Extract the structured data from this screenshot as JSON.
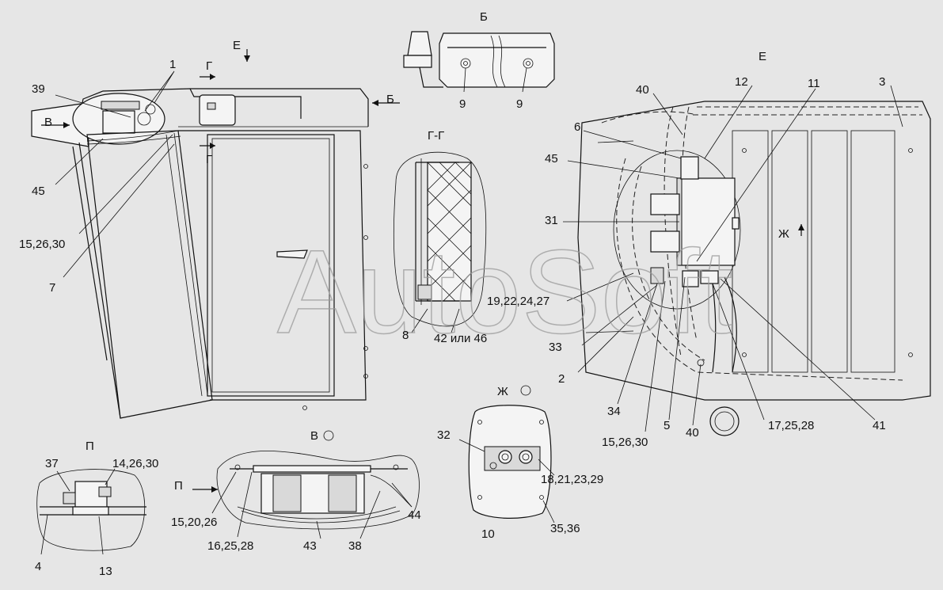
{
  "watermark": "AutoSoft",
  "labels": {
    "b_title": "Б",
    "e_left": "Е",
    "g_top": "Г",
    "g_bottom": "Г",
    "b_arrow": "Б",
    "v_arrow": "В",
    "e_right_title": "Е",
    "gg_title": "Г-Г",
    "zh_arrow": "Ж",
    "zh_title": "Ж",
    "v_title": "В",
    "p_title": "П",
    "p_arrow": "П",
    "n1": "1",
    "n39": "39",
    "n45": "45",
    "n15_26_30": "15,26,30",
    "n7": "7",
    "n9a": "9",
    "n9b": "9",
    "n40a": "40",
    "n12": "12",
    "n11": "11",
    "n3": "3",
    "n6": "6",
    "n45r": "45",
    "n31": "31",
    "n19_22_24_27": "19,22,24,27",
    "n33": "33",
    "n2": "2",
    "n34": "34",
    "n15_26_30r": "15,26,30",
    "n5": "5",
    "n40b": "40",
    "n17_25_28": "17,25,28",
    "n41": "41",
    "n8": "8",
    "n42_46": "42 или 46",
    "n32": "32",
    "n18_21_23_29": "18,21,23,29",
    "n10": "10",
    "n35_36": "35,36",
    "n37": "37",
    "n14_26_30": "14,26,30",
    "n4": "4",
    "n13": "13",
    "n15_20_26": "15,20,26",
    "n16_25_28": "16,25,28",
    "n43": "43",
    "n38": "38",
    "n44": "44"
  }
}
